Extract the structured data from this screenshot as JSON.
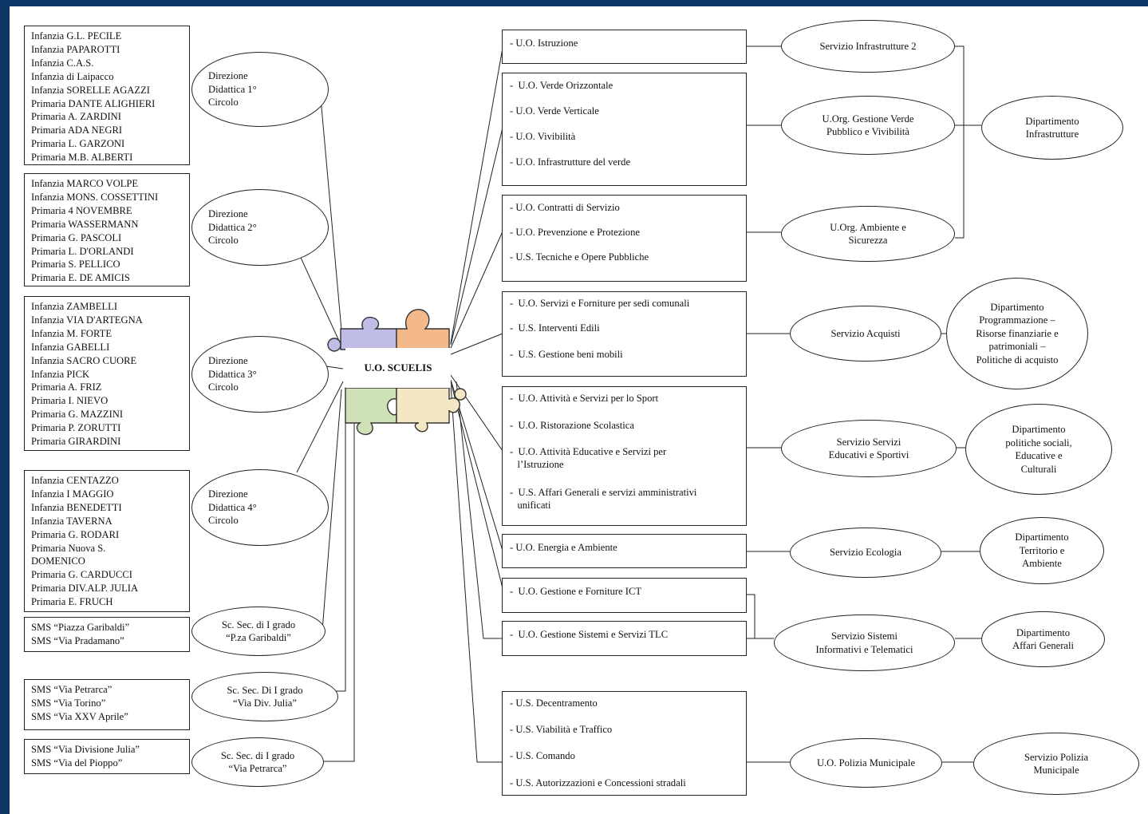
{
  "center": {
    "label": "U.O. SCUELIS"
  },
  "left_boxes": [
    {
      "lines": [
        "Infanzia G.L. PECILE",
        "Infanzia PAPAROTTI",
        "Infanzia C.A.S.",
        "Infanzia di Laipacco",
        "Infanzia SORELLE AGAZZI",
        "Primaria DANTE ALIGHIERI",
        "Primaria A. ZARDINI",
        "Primaria ADA NEGRI",
        "Primaria L. GARZONI",
        "Primaria M.B. ALBERTI"
      ]
    },
    {
      "lines": [
        "Infanzia MARCO VOLPE",
        "Infanzia MONS. COSSETTINI",
        "Primaria 4 NOVEMBRE",
        "Primaria WASSERMANN",
        "Primaria G. PASCOLI",
        "Primaria L. D'ORLANDI",
        "Primaria S. PELLICO",
        "Primaria E. DE AMICIS"
      ]
    },
    {
      "lines": [
        "Infanzia ZAMBELLI",
        "Infanzia VIA D'ARTEGNA",
        "Infanzia M. FORTE",
        "Infanzia GABELLI",
        "Infanzia SACRO CUORE",
        "Infanzia PICK",
        "Primaria A. FRIZ",
        "Primaria I. NIEVO",
        "Primaria G. MAZZINI",
        "Primaria P. ZORUTTI",
        "Primaria GIRARDINI"
      ]
    },
    {
      "lines": [
        "Infanzia CENTAZZO",
        "Infanzia I MAGGIO",
        "Infanzia BENEDETTI",
        "Infanzia TAVERNA",
        "Primaria G. RODARI",
        "Primaria Nuova S.",
        "DOMENICO",
        "Primaria G. CARDUCCI",
        "Primaria DIV.ALP. JULIA",
        "Primaria E. FRUCH"
      ]
    },
    {
      "lines": [
        "SMS “Piazza Garibaldi”",
        "SMS “Via Pradamano”"
      ]
    },
    {
      "lines": [
        "SMS “Via Petrarca”",
        "SMS “Via Torino”",
        "SMS “Via XXV Aprile”"
      ]
    },
    {
      "lines": [
        "SMS “Via Divisione Julia”",
        "SMS “Via del Pioppo”"
      ]
    }
  ],
  "left_ellipses": [
    {
      "lines": [
        "Direzione",
        "Didattica 1°",
        "Circolo"
      ]
    },
    {
      "lines": [
        "Direzione",
        "Didattica 2°",
        "Circolo"
      ]
    },
    {
      "lines": [
        "Direzione",
        "Didattica 3°",
        "Circolo"
      ]
    },
    {
      "lines": [
        "Direzione",
        "Didattica 4°",
        "Circolo"
      ]
    },
    {
      "lines": [
        "Sc. Sec. di I grado",
        "“P.za Garibaldi”"
      ]
    },
    {
      "lines": [
        "Sc. Sec. Di I grado",
        "“Via Div. Julia”"
      ]
    },
    {
      "lines": [
        "Sc. Sec. di I grado",
        "“Via Petrarca”"
      ]
    }
  ],
  "right_boxes": [
    {
      "lines": [
        "- U.O. Istruzione"
      ]
    },
    {
      "lines": [
        "-  U.O. Verde Orizzontale",
        "- U.O. Verde Verticale",
        "- U.O. Vivibilità",
        "- U.O. Infrastrutture del verde"
      ]
    },
    {
      "lines": [
        "- U.O. Contratti di Servizio",
        "- U.O. Prevenzione e Protezione",
        "- U.S. Tecniche e Opere Pubbliche"
      ]
    },
    {
      "lines": [
        "-  U.O. Servizi e Forniture per sedi comunali",
        "-  U.S. Interventi Edili",
        "-  U.S. Gestione beni mobili"
      ]
    },
    {
      "lines": [
        "-  U.O. Attività e Servizi per lo Sport",
        "-  U.O. Ristorazione Scolastica",
        "-  U.O. Attività Educative e Servizi per",
        "   l’Istruzione",
        "-  U.S. Affari Generali e servizi amministrativi",
        "   unificati"
      ]
    },
    {
      "lines": [
        "- U.O. Energia e Ambiente"
      ]
    },
    {
      "lines": [
        "-  U.O. Gestione e Forniture ICT"
      ]
    },
    {
      "lines": [
        "-  U.O. Gestione Sistemi e Servizi TLC"
      ]
    },
    {
      "lines": [
        "- U.S. Decentramento",
        "- U.S. Viabilità e Traffico",
        "- U.S. Comando",
        "- U.S. Autorizzazioni e Concessioni stradali"
      ]
    }
  ],
  "services": [
    {
      "lines": [
        "Servizio Infrastrutture 2"
      ]
    },
    {
      "lines": [
        "U.Org. Gestione Verde",
        "Pubblico e Vivibilità"
      ]
    },
    {
      "lines": [
        "U.Org. Ambiente e",
        "Sicurezza"
      ]
    },
    {
      "lines": [
        "Servizio Acquisti"
      ]
    },
    {
      "lines": [
        "Servizio Servizi",
        "Educativi e Sportivi"
      ]
    },
    {
      "lines": [
        "Servizio Ecologia"
      ]
    },
    {
      "lines": [
        "Servizio Sistemi",
        "Informativi e Telematici"
      ]
    },
    {
      "lines": [
        "U.O. Polizia Municipale"
      ]
    }
  ],
  "departments": [
    {
      "lines": [
        "Dipartimento",
        "Infrastrutture"
      ]
    },
    {
      "lines": [
        "Dipartimento",
        "Programmazione –",
        "Risorse finanziarie e",
        "patrimoniali –",
        "Politiche di acquisto"
      ]
    },
    {
      "lines": [
        "Dipartimento",
        "politiche sociali,",
        "Educative e",
        "Culturali"
      ]
    },
    {
      "lines": [
        "Dipartimento",
        "Territorio e",
        "Ambiente"
      ]
    },
    {
      "lines": [
        "Dipartimento",
        "Affari Generali"
      ]
    },
    {
      "lines": [
        "Servizio Polizia",
        "Municipale"
      ]
    }
  ],
  "colors": {
    "frame": "#0d3565",
    "puzzle_purple": "#bfbde6",
    "puzzle_orange": "#f3b98a",
    "puzzle_green": "#cfe2b7",
    "puzzle_cream": "#f3e7c4"
  }
}
